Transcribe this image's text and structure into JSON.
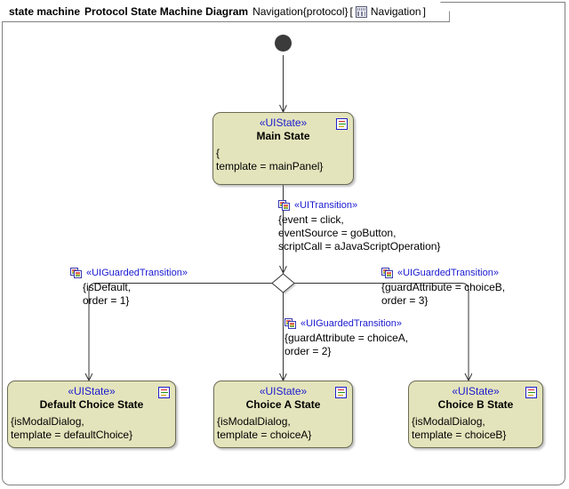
{
  "frame": {
    "kind_label": "state machine",
    "diagram_type": "Protocol State Machine Diagram",
    "name": "Navigation{protocol}",
    "bracket_open": "[",
    "bracket_close": "]",
    "context": "Navigation",
    "icon": "table-icon"
  },
  "colors": {
    "state_fill": "#e4e4bc",
    "state_border": "#6b6b55",
    "stereotype_text": "#1a1ad0",
    "initial_node": "#3b3b3b",
    "connector": "#333333",
    "frame_border": "#808080",
    "page_background": "#ffffff"
  },
  "nodes": {
    "initial": {
      "name": "initial-pseudostate"
    },
    "choice": {
      "name": "choice-pseudostate"
    },
    "main_state": {
      "stereotype": "«UIState»",
      "title": "Main State",
      "body": [
        "{",
        "template = mainPanel}"
      ],
      "badge": "properties-icon"
    },
    "default_choice_state": {
      "stereotype": "«UIState»",
      "title": "Default Choice State",
      "body": [
        "{isModalDialog,",
        "template = defaultChoice}"
      ],
      "badge": "properties-icon"
    },
    "choice_a_state": {
      "stereotype": "«UIState»",
      "title": "Choice A State",
      "body": [
        "{isModalDialog,",
        "template = choiceA}"
      ],
      "badge": "properties-icon"
    },
    "choice_b_state": {
      "stereotype": "«UIState»",
      "title": "Choice B State",
      "body": [
        "{isModalDialog,",
        "template = choiceB}"
      ],
      "badge": "properties-icon"
    }
  },
  "transitions": {
    "main_to_choice": {
      "stereotype": "«UITransition»",
      "body": [
        "{event = click,",
        "eventSource = goButton,",
        "scriptCall = aJavaScriptOperation}"
      ]
    },
    "to_default": {
      "stereotype": "«UIGuardedTransition»",
      "body": [
        "{isDefault,",
        "order = 1}"
      ]
    },
    "to_choice_a": {
      "stereotype": "«UIGuardedTransition»",
      "body": [
        "{guardAttribute = choiceA,",
        "order = 2}"
      ]
    },
    "to_choice_b": {
      "stereotype": "«UIGuardedTransition»",
      "body": [
        "{guardAttribute = choiceB,",
        "order = 3}"
      ]
    }
  }
}
